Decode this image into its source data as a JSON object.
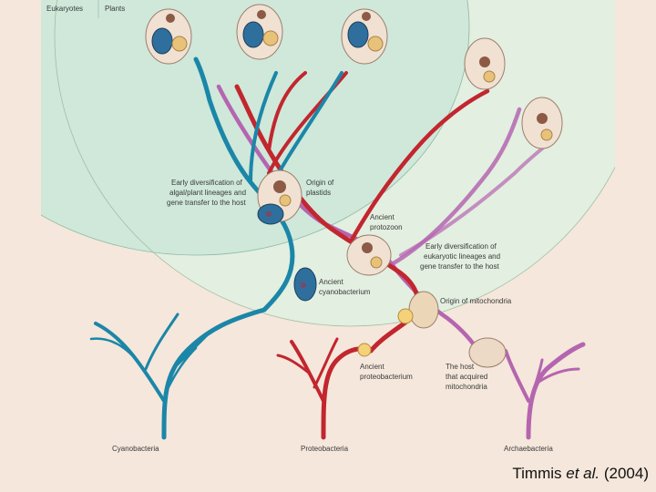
{
  "labels": {
    "eukaryotes": "Eukaryotes",
    "plants": "Plants",
    "early_algal": [
      "Early diversification of",
      "algal/plant lineages and",
      "gene transfer to the host"
    ],
    "origin_plastids": [
      "Origin of",
      "plastids"
    ],
    "ancient_protozoon": [
      "Ancient",
      "protozoon"
    ],
    "early_eukaryotic": [
      "Early diversification of",
      "eukaryotic lineages and",
      "gene transfer to the host"
    ],
    "ancient_cyano": [
      "Ancient",
      "cyanobacterium"
    ],
    "origin_mito": "Origin of mitochondria",
    "ancient_proteo": [
      "Ancient",
      "proteobacterium"
    ],
    "host": [
      "The host",
      "that acquired",
      "mitochondria"
    ],
    "cyanobacteria": "Cyanobacteria",
    "proteobacteria": "Proteobacteria",
    "archaebacteria": "Archaebacteria"
  },
  "citation": {
    "author": "Timmis ",
    "etal": "et al.",
    "year": " (2004)"
  },
  "colors": {
    "cyan": "#1b86a8",
    "red": "#c2262e",
    "purple": "#b565b0",
    "plant_zone": "#cfe8da",
    "euk_zone": "#e3efe0",
    "background": "#f5e7db"
  }
}
